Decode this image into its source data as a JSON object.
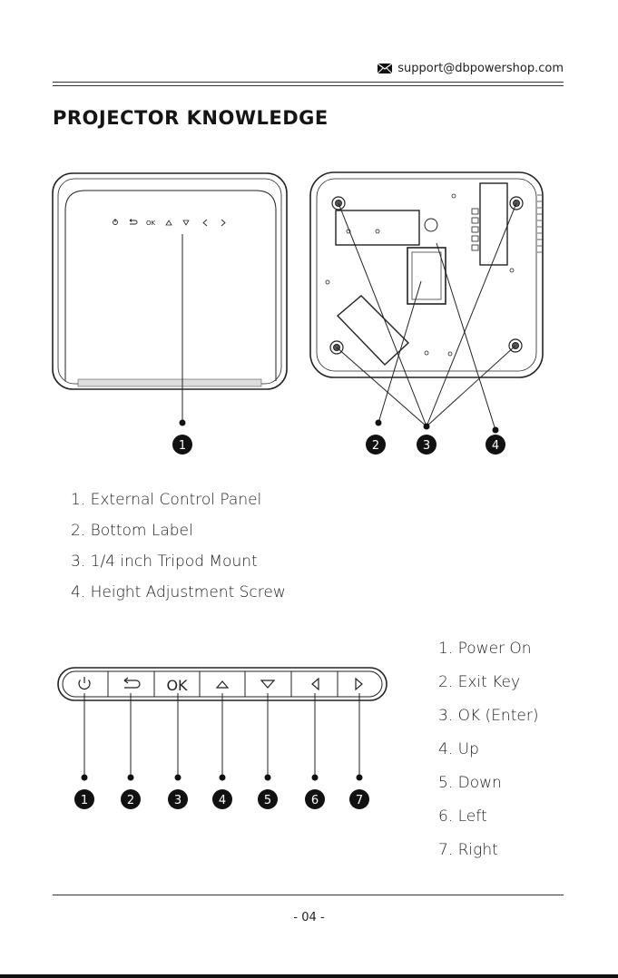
{
  "header": {
    "email": "support@dbpowershop.com",
    "email_icon": "envelope-icon"
  },
  "page_title": "PROJECTOR KNOWLEDGE",
  "projector_callouts": [
    "1",
    "2",
    "3",
    "4"
  ],
  "front_panel_labels": {
    "ok": "OK"
  },
  "parts": [
    "1. External Control Panel",
    "2. Bottom Label",
    "3. 1/4 inch Tripod Mount",
    "4. Height Adjustment Screw"
  ],
  "control_panel": {
    "buttons": [
      {
        "icon": "power-icon"
      },
      {
        "icon": "back-arrow-icon"
      },
      {
        "icon": "ok-label",
        "label": "OK"
      },
      {
        "icon": "up-triangle-icon"
      },
      {
        "icon": "down-triangle-icon"
      },
      {
        "icon": "left-triangle-icon"
      },
      {
        "icon": "right-triangle-icon"
      }
    ],
    "callouts": [
      "1",
      "2",
      "3",
      "4",
      "5",
      "6",
      "7"
    ]
  },
  "keys": [
    "1. Power On",
    "2. Exit Key",
    "3. OK (Enter)",
    "4. Up",
    "5. Down",
    "6. Left",
    "7. Right"
  ],
  "footer": {
    "page_number": "- 04 -"
  }
}
